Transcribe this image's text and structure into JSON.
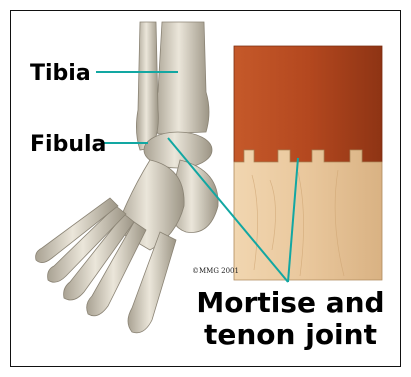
{
  "labels": {
    "tibia": "Tibia",
    "fibula": "Fibula",
    "caption_line1": "Mortise and",
    "caption_line2": "tenon joint"
  },
  "copyright": "©MMG 2001",
  "colors": {
    "pointer_line": "#12a7a2",
    "bone": "#d9d3c4",
    "wood_dark": "#b4481f",
    "wood_light": "#e9c79c"
  }
}
